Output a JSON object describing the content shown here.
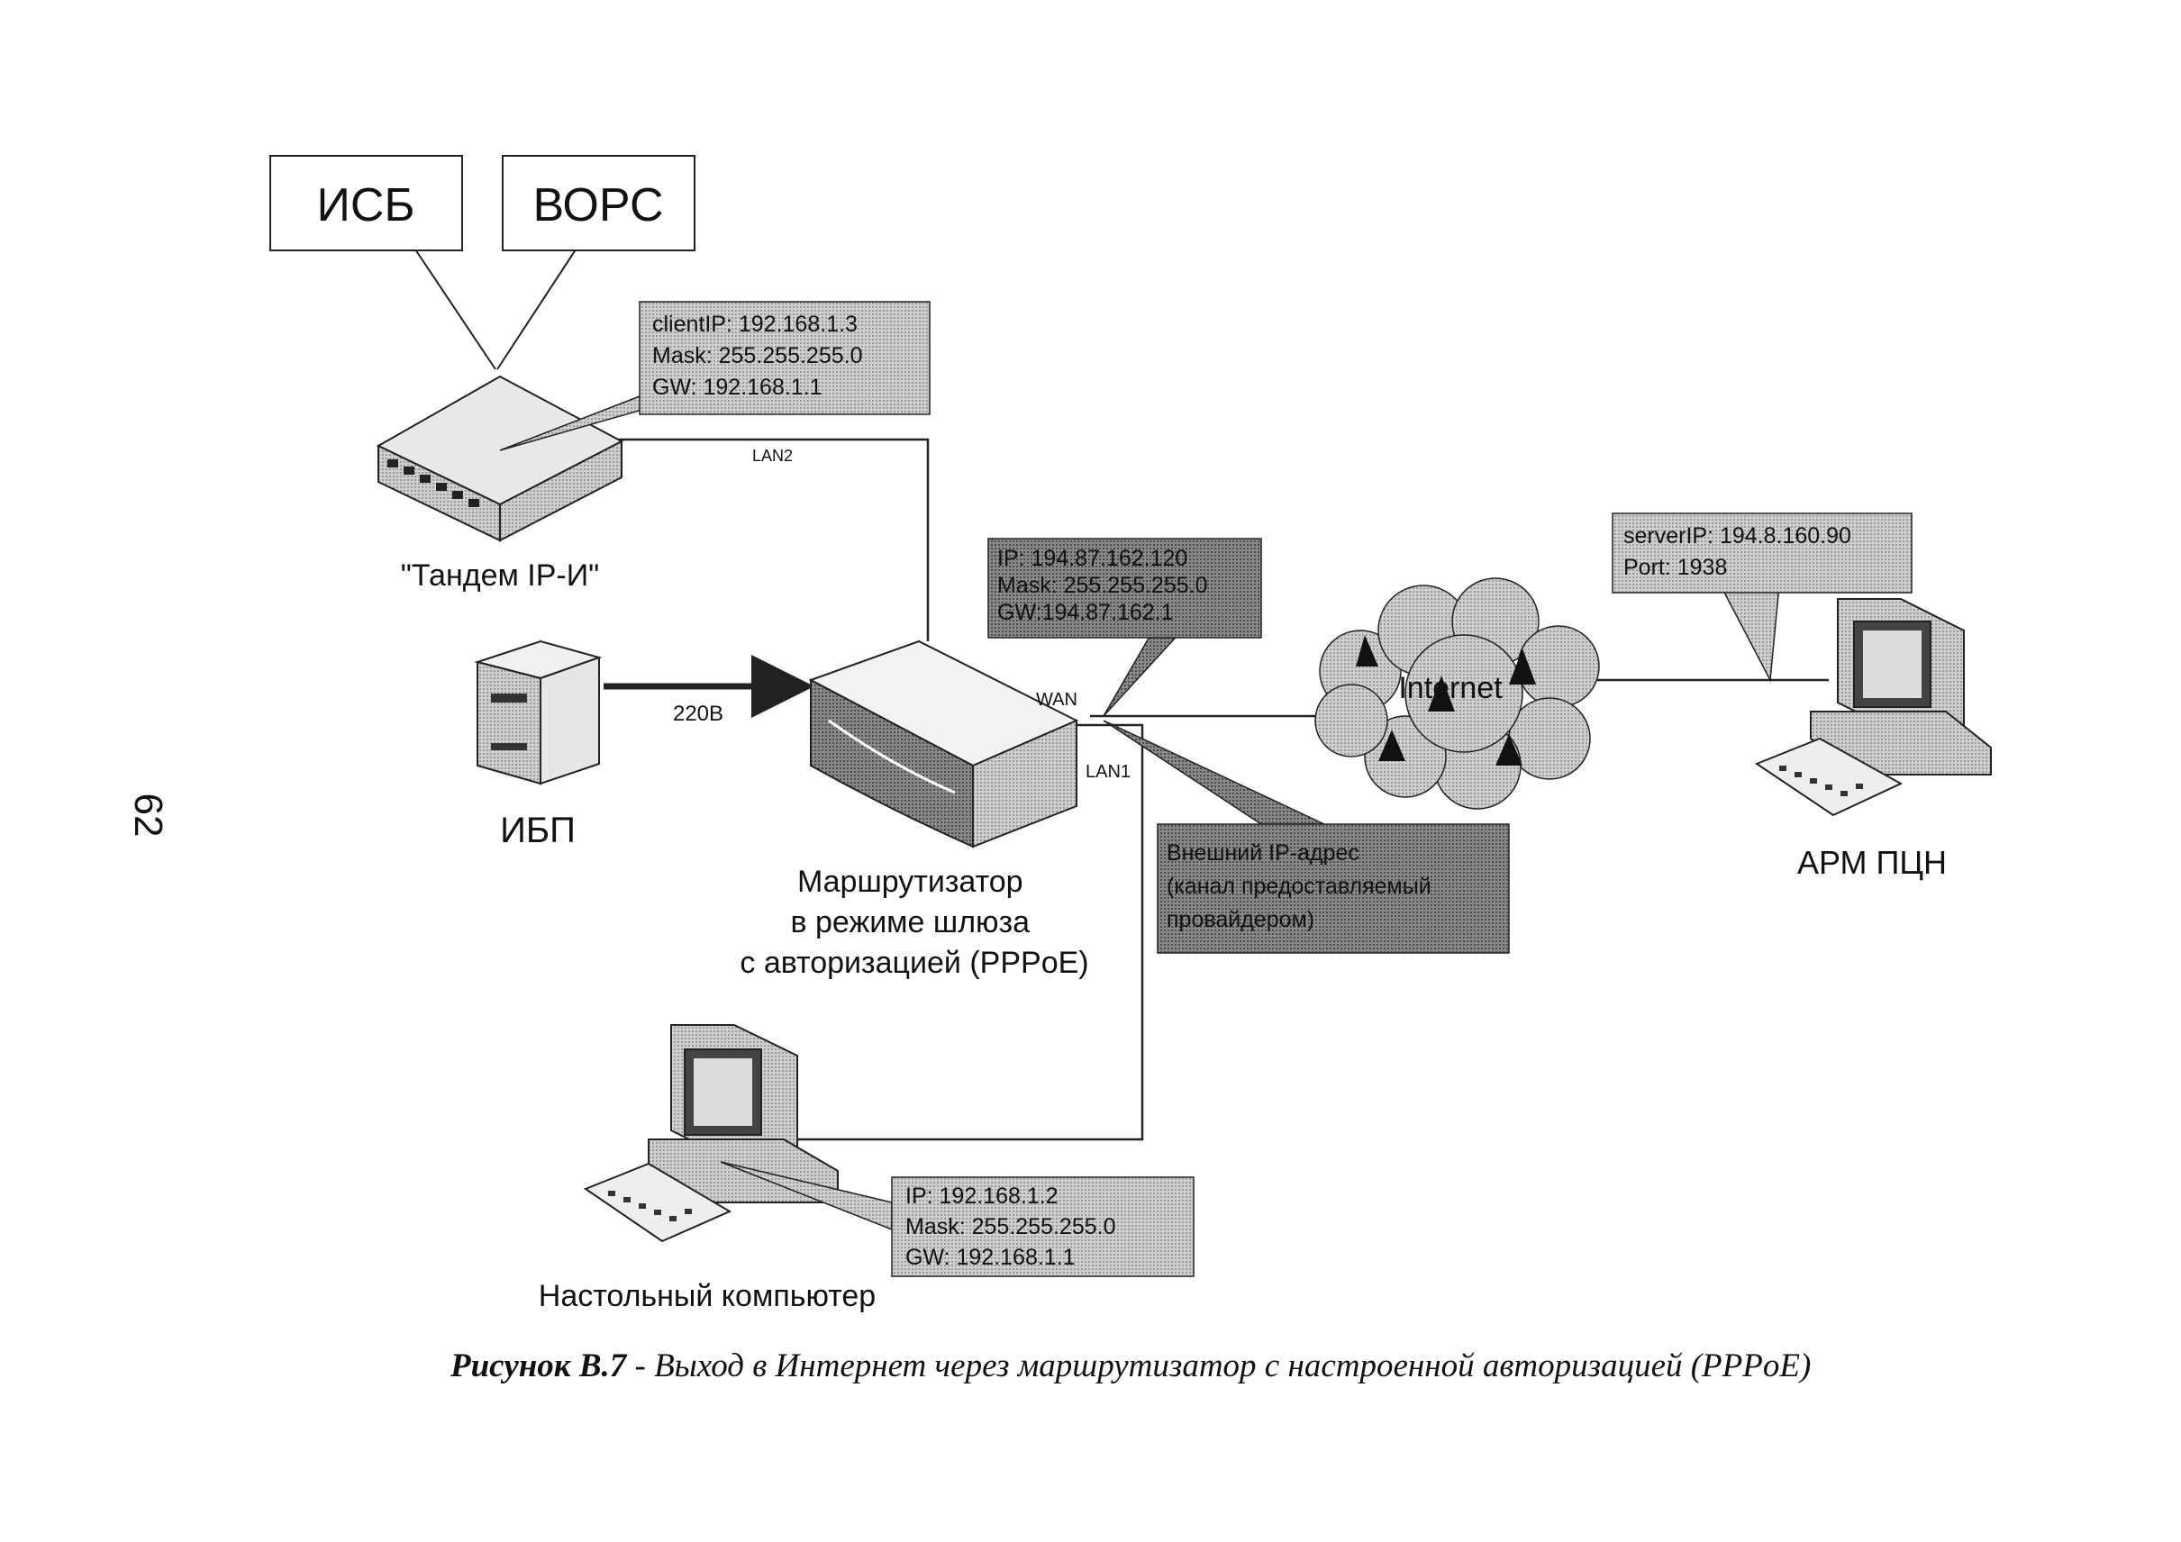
{
  "page_number": "62",
  "boxes": {
    "isb": "ИСБ",
    "vors": "ВОРС"
  },
  "devices": {
    "tandem": "\"Тандем IP-И\"",
    "ups": "ИБП",
    "router_line1": "Маршрутизатор",
    "router_line2": "в режиме шлюза",
    "router_line3": "с авторизацией (PPPoE)",
    "arm": "АРМ ПЦН",
    "desktop": "Настольный компьютер",
    "internet": "Internet"
  },
  "links": {
    "lan2": "LAN2",
    "lan1": "LAN1",
    "wan": "WAN",
    "power": "220В"
  },
  "callouts": {
    "tandem": [
      "clientIP: 192.168.1.3",
      "Mask: 255.255.255.0",
      "GW: 192.168.1.1"
    ],
    "wan": [
      "IP: 194.87.162.120",
      "Mask: 255.255.255.0",
      "GW:194.87.162.1"
    ],
    "server": [
      "serverIP: 194.8.160.90",
      "Port: 1938"
    ],
    "external": [
      "Внешний IP-адрес",
      "(канал предоставляемый",
      "провайдером)"
    ],
    "desktop": [
      "IP: 192.168.1.2",
      "Mask: 255.255.255.0",
      "GW: 192.168.1.1"
    ]
  },
  "caption": {
    "bold": "Рисунок В.7",
    "rest": " - Выход в Интернет через маршрутизатор с настроенной авторизацией (PPPoE)"
  }
}
